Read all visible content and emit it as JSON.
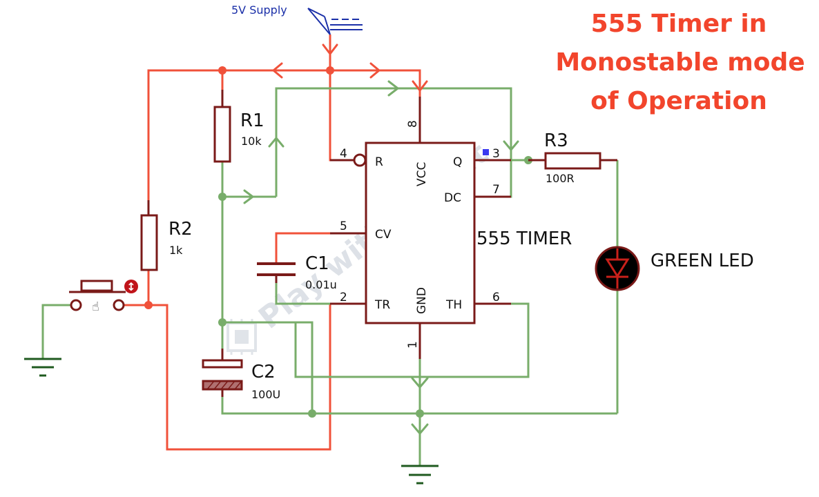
{
  "title_lines": [
    "555 Timer in",
    "Monostable mode",
    "of Operation"
  ],
  "supply_label": "5V Supply",
  "ic": {
    "name": "555 TIMER",
    "pins": {
      "reset": {
        "name": "R",
        "number": "4"
      },
      "vcc": {
        "name": "VCC",
        "number": "8"
      },
      "output": {
        "name": "Q",
        "number": "3"
      },
      "discharge": {
        "name": "DC",
        "number": "7"
      },
      "control": {
        "name": "CV",
        "number": "5"
      },
      "trigger": {
        "name": "TR",
        "number": "2"
      },
      "ground": {
        "name": "GND",
        "number": "1"
      },
      "threshold": {
        "name": "TH",
        "number": "6"
      }
    }
  },
  "components": {
    "r1": {
      "label": "R1",
      "value": "10k"
    },
    "r2": {
      "label": "R2",
      "value": "1k"
    },
    "r3": {
      "label": "R3",
      "value": "100R"
    },
    "c1": {
      "label": "C1",
      "value": "0.01u"
    },
    "c2": {
      "label": "C2",
      "value": "100U"
    },
    "led": {
      "label": "GREEN LED"
    }
  },
  "watermark": "Play with Circuit",
  "colors": {
    "high_wire": "#f0513a",
    "low_wire": "#78ad6a",
    "component": "#7a1a18",
    "title": "#f2452c",
    "ground_symbol": "#1f5a1f",
    "supply_text": "#1a2fa8",
    "button_marker": "#c0141a",
    "pin_indicator": "#3a3af0"
  },
  "icons": {
    "supply": "antenna-probe-icon",
    "push_button": "push-button-icon",
    "cursor": "hand-cursor-icon",
    "ground": "ground-symbol-icon",
    "led": "led-diode-icon"
  }
}
